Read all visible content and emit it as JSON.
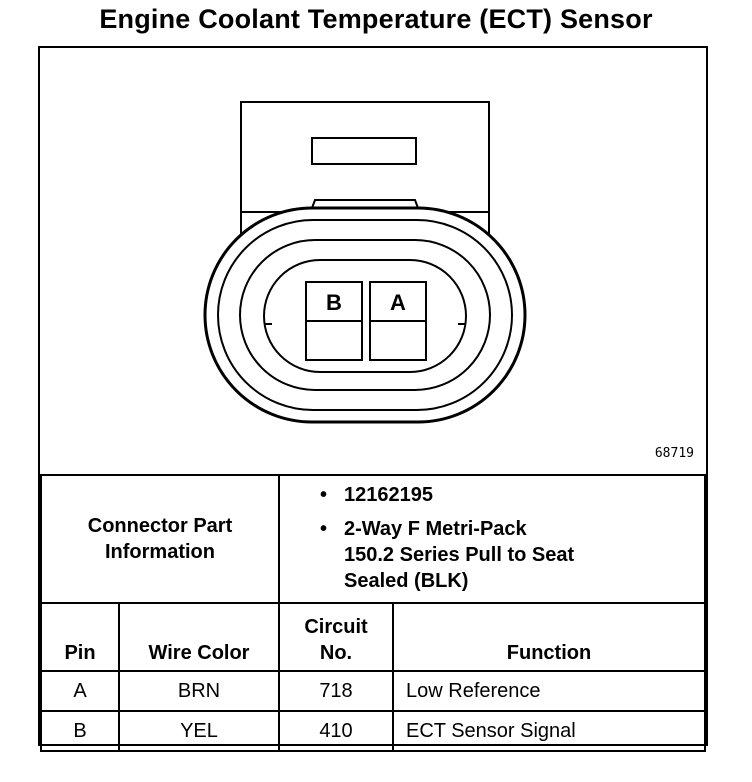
{
  "title": "Engine Coolant Temperature (ECT) Sensor",
  "diagram": {
    "figure_id": "68719",
    "pin_labels": [
      "B",
      "A"
    ]
  },
  "connector": {
    "label_line1": "Connector Part",
    "label_line2": "Information",
    "items": [
      "12162195",
      "2-Way F Metri-Pack\n150.2 Series Pull to Seat\nSealed (BLK)"
    ]
  },
  "pin_table": {
    "headers": {
      "pin": "Pin",
      "wire_color": "Wire Color",
      "circuit_line1": "Circuit",
      "circuit_line2": "No.",
      "function": "Function"
    },
    "rows": [
      {
        "pin": "A",
        "wire_color": "BRN",
        "circuit": "718",
        "function": "Low Reference"
      },
      {
        "pin": "B",
        "wire_color": "YEL",
        "circuit": "410",
        "function": "ECT Sensor Signal"
      }
    ]
  }
}
